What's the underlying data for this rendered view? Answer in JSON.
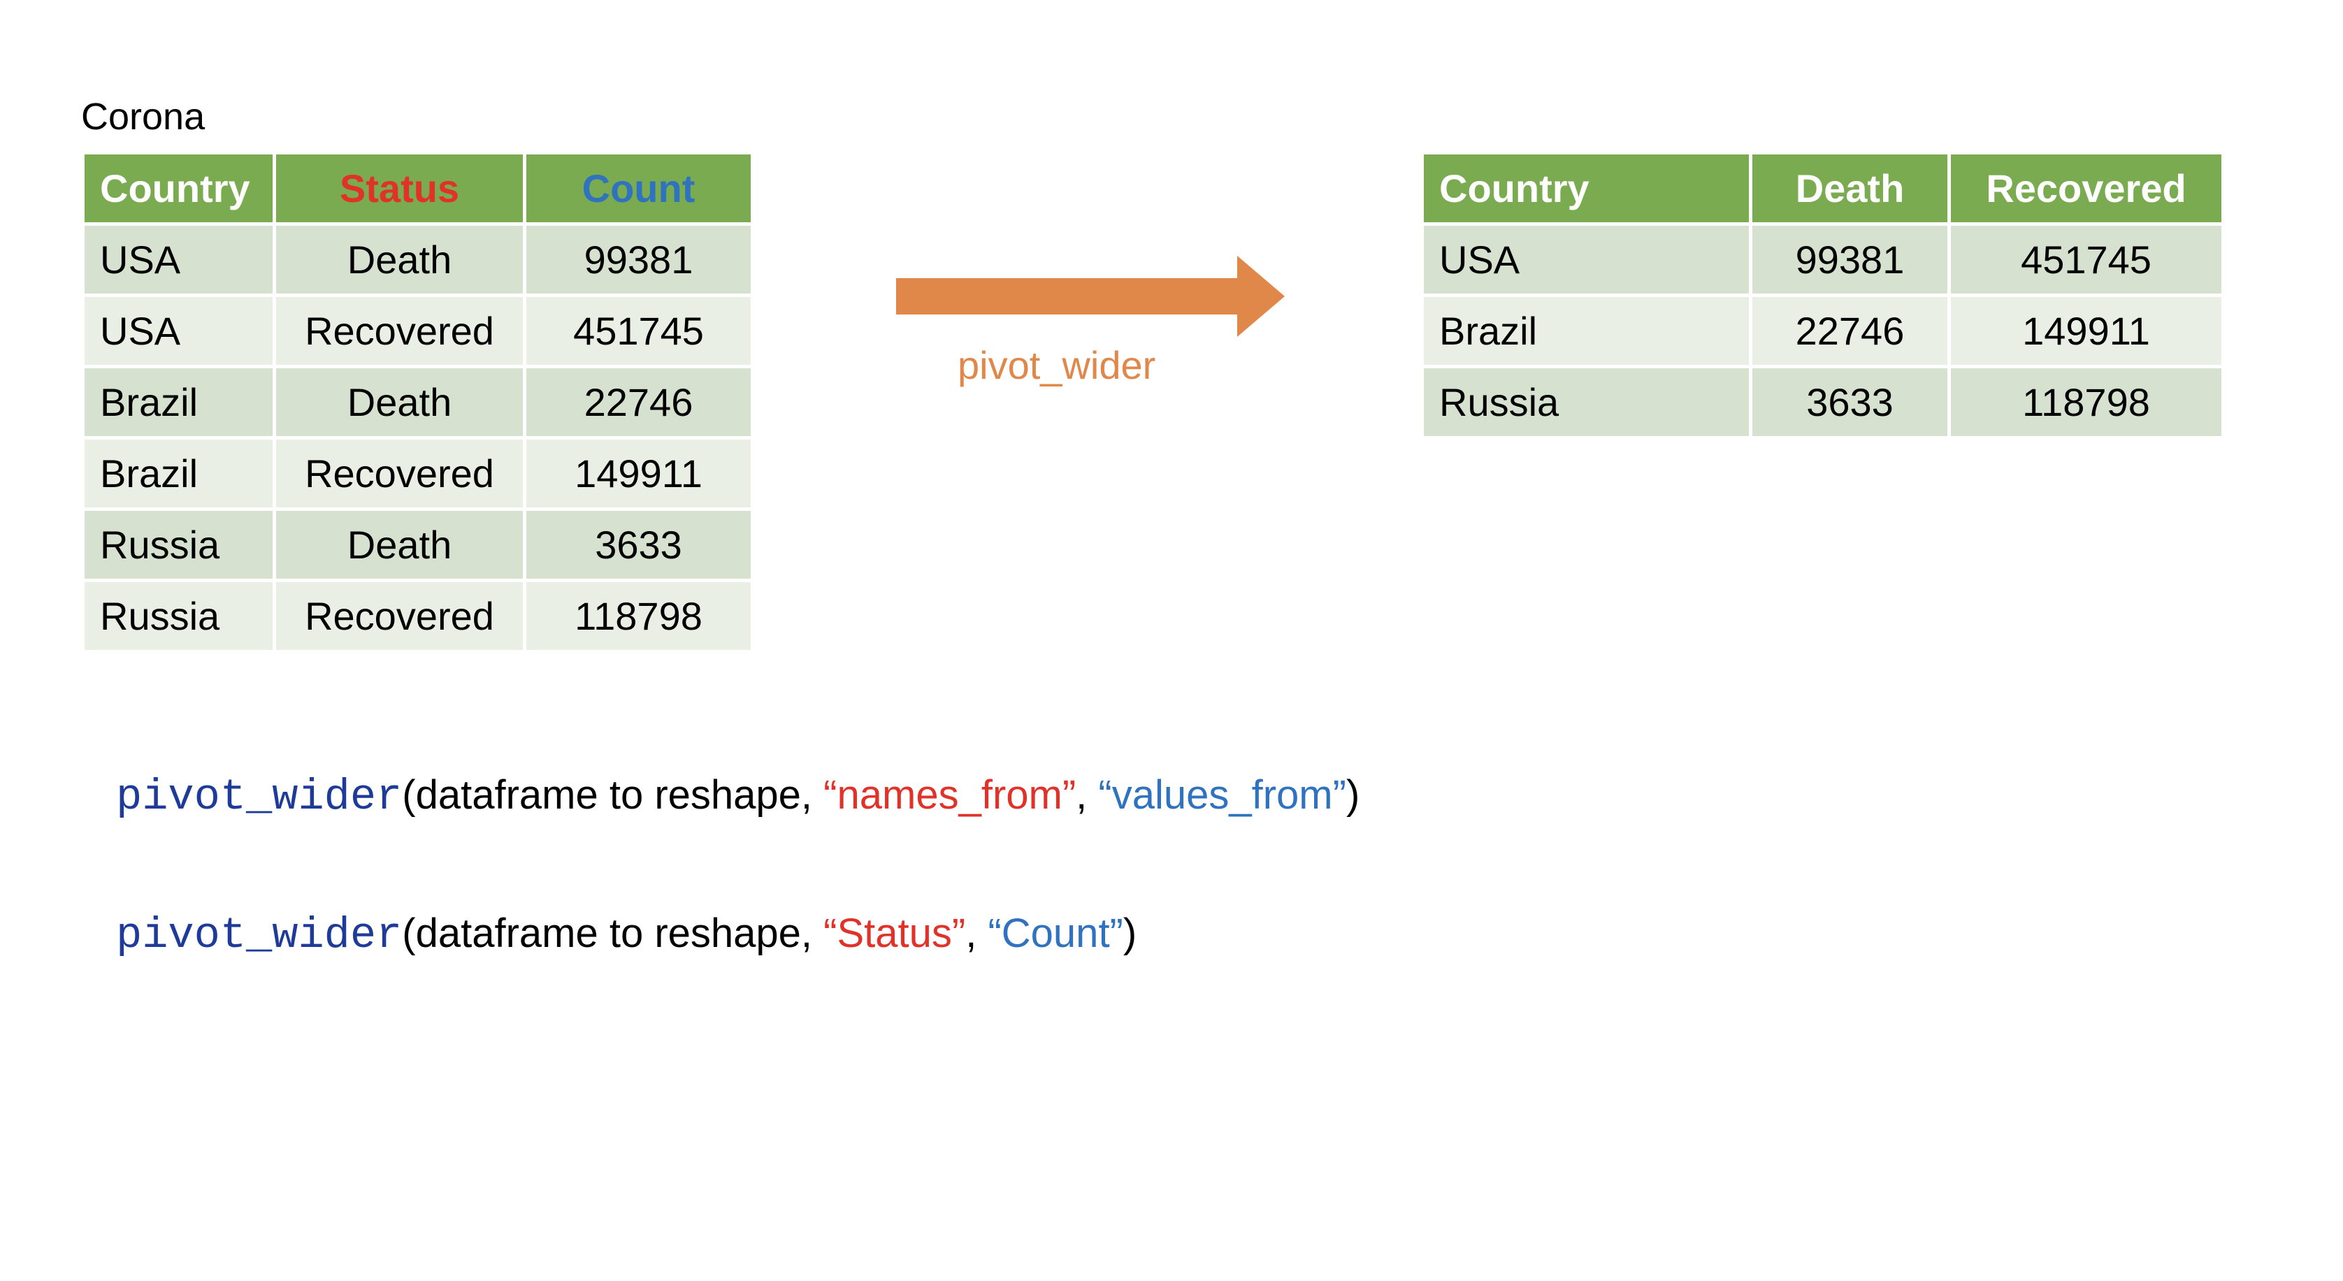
{
  "title": "Corona",
  "long_table": {
    "headers": [
      "Country",
      "Status",
      "Count"
    ],
    "rows": [
      [
        "USA",
        "Death",
        "99381"
      ],
      [
        "USA",
        "Recovered",
        "451745"
      ],
      [
        "Brazil",
        "Death",
        "22746"
      ],
      [
        "Brazil",
        "Recovered",
        "149911"
      ],
      [
        "Russia",
        "Death",
        "3633"
      ],
      [
        "Russia",
        "Recovered",
        "118798"
      ]
    ]
  },
  "wide_table": {
    "headers": [
      "Country",
      "Death",
      "Recovered"
    ],
    "rows": [
      [
        "USA",
        "99381",
        "451745"
      ],
      [
        "Brazil",
        "22746",
        "149911"
      ],
      [
        "Russia",
        "3633",
        "118798"
      ]
    ]
  },
  "arrow_label": "pivot_wider",
  "code": {
    "line1": {
      "fn": "pivot_wider",
      "open": "(dataframe to reshape, ",
      "arg1": "“names_from”",
      "sep": ", ",
      "arg2": "“values_from”",
      "close": ")"
    },
    "line2": {
      "fn": "pivot_wider",
      "open": "(dataframe to reshape, ",
      "arg1": "“Status”",
      "sep": ", ",
      "arg2": "“Count”",
      "close": ")"
    }
  },
  "colors": {
    "header_bg": "#7bab50",
    "row_dark": "#d6e2cf",
    "row_light": "#eaefe6",
    "arrow": "#e0874a",
    "names_from": "#e03228",
    "values_from": "#2f72bf",
    "function": "#1f3b99"
  }
}
